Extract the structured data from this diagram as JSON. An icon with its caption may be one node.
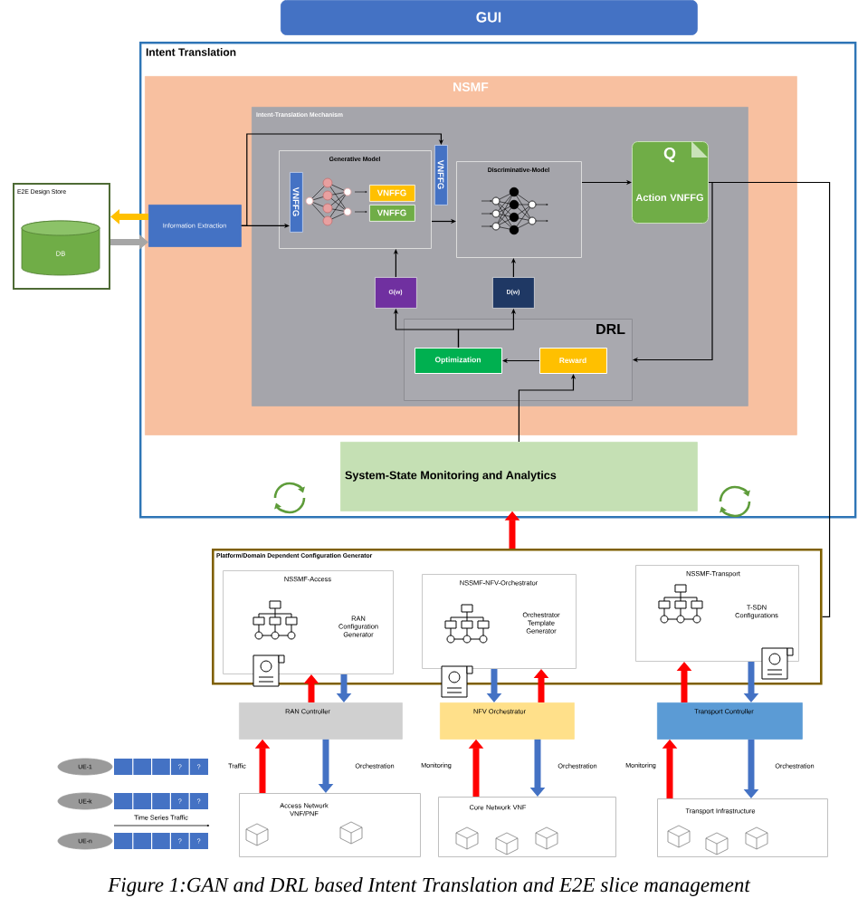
{
  "diagram": {
    "caption": "Figure 1:GAN and DRL based Intent Translation and E2E slice management",
    "nodes": [
      {
        "text": [
          "GUI"
        ]
      },
      {
        "text": [
          "Intent Translation"
        ]
      },
      {
        "text": [
          "NSMF"
        ],
        "in": 1
      },
      {
        "text": [
          "Intent-Translation Mechanism"
        ],
        "in": 2
      },
      {
        "text": [
          "E2E Design Store"
        ]
      },
      {
        "text": [
          "DB"
        ],
        "in": 4
      },
      {
        "text": [
          "Information Extraction"
        ],
        "in": 2
      },
      {
        "text": [
          "Generative Model"
        ],
        "in": 3
      },
      {
        "text": [
          "VNFFG"
        ],
        "in": 7
      },
      {
        "text": [
          "VNFFG"
        ],
        "in": 7
      },
      {
        "text": [
          "VNFFG"
        ],
        "in": 7
      },
      {
        "text": [
          "VNFFG"
        ],
        "in": 3
      },
      {
        "text": [
          "Discriminative-Model"
        ],
        "in": 3
      },
      {
        "text": [
          "Q",
          "Action VNFFG"
        ],
        "in": 3
      },
      {
        "text": [
          "G(w)"
        ],
        "in": 3
      },
      {
        "text": [
          "D(w)"
        ],
        "in": 3
      },
      {
        "text": [
          "DRL"
        ],
        "in": 3
      },
      {
        "text": [
          "Optimization"
        ],
        "in": 16
      },
      {
        "text": [
          "Reward"
        ],
        "in": 16
      },
      {
        "text": [
          "System-State Monitoring and Analytics"
        ],
        "in": 1
      },
      {
        "text": [
          "Platform/Domain Dependent Configuration Generator"
        ]
      },
      {
        "text": [
          "NSSMF-Access",
          "RAN Configuration Generator"
        ],
        "in": 20
      },
      {
        "text": [
          "NSSMF-NFV-Orchestrator",
          "Orchestrator Template Generator"
        ],
        "in": 20
      },
      {
        "text": [
          "NSSMF-Transport",
          "T-SDN Configurations"
        ],
        "in": 20
      },
      {
        "text": [
          "RAN Controller"
        ]
      },
      {
        "text": [
          "NFV Orchestrator"
        ]
      },
      {
        "text": [
          "Transport Controller"
        ]
      },
      {
        "text": [
          "Access Network VNF/PNF"
        ]
      },
      {
        "text": [
          "Core Network VNF"
        ]
      },
      {
        "text": [
          "Transport Infrastructure"
        ]
      },
      {
        "text": [
          "UE-1"
        ]
      },
      {
        "text": [
          "UE-k"
        ]
      },
      {
        "text": [
          "UE-n"
        ]
      }
    ],
    "edges": [
      {
        "from": 6,
        "to": 8,
        "arrow": "to"
      },
      {
        "from": 6,
        "to": 11,
        "arrow": "to"
      },
      {
        "from": 7,
        "to": 12,
        "arrow": "to"
      },
      {
        "from": 12,
        "to": 13,
        "arrow": "to"
      },
      {
        "from": 14,
        "to": 7,
        "arrow": "to"
      },
      {
        "from": 15,
        "to": 12,
        "arrow": "to"
      },
      {
        "from": 17,
        "to": 14,
        "arrow": "to"
      },
      {
        "from": 17,
        "to": 15,
        "arrow": "to"
      },
      {
        "from": 18,
        "to": 17,
        "arrow": "to"
      },
      {
        "from": 19,
        "to": 18,
        "arrow": "to"
      },
      {
        "from": 13,
        "to": 16,
        "arrow": "to"
      },
      {
        "from": 13,
        "to": 20,
        "arrow": "none"
      },
      {
        "from": 20,
        "to": 19,
        "arrow": "to",
        "color": "#ff0000"
      },
      {
        "from": 24,
        "to": 21,
        "arrow": "to",
        "color": "#ff0000"
      },
      {
        "from": 21,
        "to": 24,
        "arrow": "to",
        "color": "#4472c4"
      },
      {
        "from": 25,
        "to": 22,
        "arrow": "to",
        "color": "#ff0000"
      },
      {
        "from": 22,
        "to": 25,
        "arrow": "to",
        "color": "#4472c4"
      },
      {
        "from": 26,
        "to": 23,
        "arrow": "to",
        "color": "#ff0000"
      },
      {
        "from": 23,
        "to": 26,
        "arrow": "to",
        "color": "#4472c4"
      },
      {
        "from": 27,
        "to": 24,
        "arrow": "to",
        "label": "Traffic",
        "color": "#ff0000"
      },
      {
        "from": 24,
        "to": 27,
        "arrow": "to",
        "label": "Orchestration",
        "color": "#4472c4"
      },
      {
        "from": 28,
        "to": 25,
        "arrow": "to",
        "label": "Monitoring",
        "color": "#ff0000"
      },
      {
        "from": 25,
        "to": 28,
        "arrow": "to",
        "label": "Orchestration",
        "color": "#4472c4"
      },
      {
        "from": 29,
        "to": 26,
        "arrow": "to",
        "label": "Monitoring",
        "color": "#ff0000"
      },
      {
        "from": 26,
        "to": 29,
        "arrow": "to",
        "label": "Orchestration",
        "color": "#4472c4"
      },
      {
        "from": 6,
        "to": 4,
        "arrow": "to",
        "color": "#ffc000"
      },
      {
        "from": 4,
        "to": 6,
        "arrow": "to",
        "color": "#a6a6a6"
      }
    ],
    "labels": [
      "?",
      "?",
      "?",
      "?",
      "Time Series Traffic",
      "?",
      "?"
    ]
  }
}
